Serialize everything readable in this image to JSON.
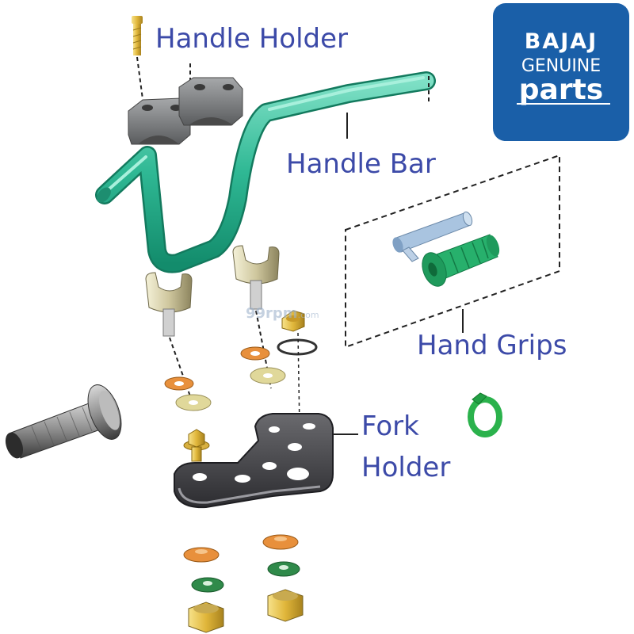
{
  "labels": {
    "handle_holder": "Handle Holder",
    "handle_bar": "Handle Bar",
    "hand_grips": "Hand Grips",
    "fork_holder_line1": "Fork",
    "fork_holder_line2": "Holder"
  },
  "logo": {
    "brand": "BAJAJ",
    "line2": "GENUINE",
    "line3": "parts",
    "background": "#1a5fa8"
  },
  "watermark": {
    "main": "99rpm",
    "suffix": ".com"
  },
  "colors": {
    "label_text": "#3c4aa8",
    "handle_bar": "#3cc4a4",
    "handle_holder": "#808284",
    "riser": "#d8d3ad",
    "fork_holder": "#4a4a4e",
    "hand_grip_left": "#a9c4e0",
    "hand_grip_right": "#27b06c",
    "clip": "#2bb24c",
    "bolt": "#e6c04a",
    "washer_orange": "#e8903c",
    "washer_yellow": "#e0d89a",
    "washer_green": "#2f8a4a",
    "nut": "#d6c47a"
  }
}
